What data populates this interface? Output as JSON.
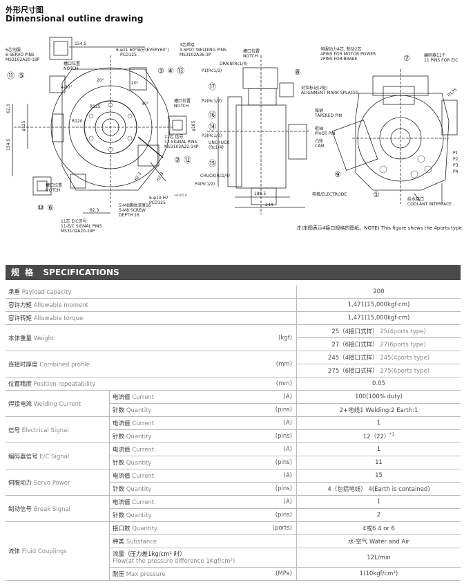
{
  "header": {
    "title_cn": "外形尺寸图",
    "title_en": "Dimensional outline drawing"
  },
  "drawing": {
    "left": {
      "servo_pins": [
        "6芯伺服",
        "6-SERVO PINS",
        "MS3102A20-19P"
      ],
      "notch_top": [
        "槽口位置",
        "NOTCH"
      ],
      "dim_154_5": "154.5",
      "holes_top": [
        "6-φ11 60°当分(EVERY60°)",
        "PCD125"
      ],
      "spot_welding": [
        "3芯焊接",
        "3-SPOT WELDING PINS",
        "MS3102A36-3P"
      ],
      "callouts_top": [
        "③",
        "④",
        "⑬"
      ],
      "callouts_left": [
        "⑪",
        "⑤"
      ],
      "angle_4_30": "4-30°",
      "angle_20a": "20°",
      "angle_20b": "20°",
      "angle_40": "40°",
      "r120": "R120",
      "r125": "R125",
      "dim_62_3": "62.3",
      "phi_125": "φ125",
      "dim_154_5_v": "154.5",
      "notch_right": [
        "槽口位置",
        "NOTCH"
      ],
      "signal_pins": [
        "12芯 信号",
        "12 SIGNAL PINS",
        "MS3102A22-14P"
      ],
      "callouts_right": [
        "②",
        "⑫"
      ],
      "dim_62_3b": "62.3",
      "dim_82_3": "82.3",
      "notch_bottom": [
        "槽口位置",
        "NOTCH"
      ],
      "callouts_bottom": [
        "⑩",
        "⑥"
      ],
      "screw": [
        "5-M8螺纹深度16",
        "5-M8 SCREW",
        "DEPTH 16"
      ],
      "holes_bottom": [
        "6-φ10 H7",
        "PCD125"
      ],
      "holes_tol": "+0.015 0",
      "ec_pins": [
        "11芯 E/C信号",
        "11-E/C SIGNAL PINS",
        "MS3102A20-29P"
      ],
      "dim_82_3b": "82.3"
    },
    "middle": {
      "drain": "DRAIN(Rc1/4)",
      "notch": [
        "槽口位置",
        "NOTCH"
      ],
      "p1": "P1(Rc1/2)",
      "p2": "P2(Rc1/2)",
      "p3": "P3(Rc1/2)",
      "unchuck": [
        "UNCHUCK",
        "(Rc1/4)"
      ],
      "chuck": "CHUCK(Rc1/4)",
      "p4": "P4(Rc1/2)",
      "phi_185": "φ185",
      "dim_186_5": "186.5",
      "dim_244": "244",
      "callouts": [
        "⑰",
        "⑯",
        "⑭",
        "⑮",
        "⑧"
      ]
    },
    "right": {
      "motor_power": [
        "伺服动力4芯, 制动2芯",
        "4PINS FOR MOTOR POWER",
        "2PINS FOR BRAKE"
      ],
      "encoder": [
        "编码器11个",
        "11 PINS FOR E/C"
      ],
      "alignment": [
        "对位标记(2处)",
        "ALIGNMENT MARK SPLACES"
      ],
      "tapered_pin": [
        "锥销",
        "TAPERED PIN"
      ],
      "pivot_pin": [
        "枢轴",
        "PIVOT PIN"
      ],
      "cam": [
        "凸轮",
        "CAM"
      ],
      "r135": "R135",
      "electrode": "电极/ELECTRODE",
      "coolant": [
        "给水接口",
        "COOLANT INTERFACE"
      ],
      "ports": [
        "P1",
        "P2",
        "P3",
        "P4"
      ],
      "callouts": [
        "⑦",
        "⑨",
        "①"
      ]
    },
    "note": "注)本图表示4接口规格的图纸。NOTE) This figure shows the 4ports type."
  },
  "specs": {
    "title_cn": "规 格",
    "title_en": "SPECIFICATIONS",
    "rows": [
      {
        "cn": "承重",
        "en": "Payload capacity",
        "unit": "",
        "value": "200"
      },
      {
        "cn": "容许力矩",
        "en": "Allowable moment",
        "unit": "",
        "value": "1,471(15,000kgf·cm)"
      },
      {
        "cn": "容许转矩",
        "en": "Allowable torque",
        "unit": "",
        "value": "1,471(15,000kgf·cm)"
      }
    ],
    "weight": {
      "cn": "本体重量",
      "en": "Weight",
      "unit": "(kgf)",
      "v1": {
        "main": "25（4接口式样）",
        "sub": "25(4ports type)"
      },
      "v2": {
        "main": "27（6接口式样）",
        "sub": "27(6ports type)"
      }
    },
    "profile": {
      "cn": "连接时厚度",
      "en": "Combined profile",
      "unit": "(mm)",
      "v1": {
        "main": "245（4接口式样）",
        "sub": "245(4ports type)"
      },
      "v2": {
        "main": "275（6接口式样）",
        "sub": "275(6ports type)"
      }
    },
    "position": {
      "cn": "位置精度",
      "en": "Position repeatability",
      "unit": "(mm)",
      "value": "0.05"
    },
    "groups": [
      {
        "cn": "焊接电流",
        "en": "Welding Current",
        "rows": [
          {
            "sub_cn": "电流值",
            "sub_en": "Current",
            "unit": "(A)",
            "value": "100(100% duty)"
          },
          {
            "sub_cn": "针数",
            "sub_en": "Quantity",
            "unit": "(pins)",
            "value": "2+地线1 Welding:2 Earth:1"
          }
        ]
      },
      {
        "cn": "信号",
        "en": "Electrical Signal",
        "rows": [
          {
            "sub_cn": "电流值",
            "sub_en": "Current",
            "unit": "(A)",
            "value": "1"
          },
          {
            "sub_cn": "针数",
            "sub_en": "Quantity",
            "unit": "(pins)",
            "value": "12（22）",
            "sup": "*1"
          }
        ]
      },
      {
        "cn": "编码器信号",
        "en": "E/C Signal",
        "rows": [
          {
            "sub_cn": "电流值",
            "sub_en": "Current",
            "unit": "(A)",
            "value": "1"
          },
          {
            "sub_cn": "针数",
            "sub_en": "Quantity",
            "unit": "(pins)",
            "value": "11"
          }
        ]
      },
      {
        "cn": "伺服动力",
        "en": "Servo Power",
        "rows": [
          {
            "sub_cn": "电流值",
            "sub_en": "Current",
            "unit": "(A)",
            "value": "15"
          },
          {
            "sub_cn": "针数",
            "sub_en": "Quantity",
            "unit": "(pins)",
            "value": "4（包括地线） 4(Earth is contained)"
          }
        ]
      },
      {
        "cn": "制动信号",
        "en": "Break Signal",
        "rows": [
          {
            "sub_cn": "电流值",
            "sub_en": "Current",
            "unit": "(A)",
            "value": "1"
          },
          {
            "sub_cn": "针数",
            "sub_en": "Quantity",
            "unit": "(pins)",
            "value": "2"
          }
        ]
      }
    ],
    "fluid": {
      "cn": "流体",
      "en": "Fluid Couplings",
      "rows": [
        {
          "sub_cn": "接口数",
          "sub_en": "Quantity",
          "unit": "(ports)",
          "value": "4或6 4 or 6"
        },
        {
          "sub_cn": "种类",
          "sub_en": "Substance",
          "unit": "",
          "value": "水·空气 Water and Air"
        },
        {
          "sub_cn": "流量（压力差1kg/cm² 时）",
          "sub_en": "Flow(at the pressure difference 1Kgf/cm²)",
          "unit": "",
          "value": "12L/min"
        },
        {
          "sub_cn": "耐压",
          "sub_en": "Max pressure",
          "unit": "(MPa)",
          "value": "1(10kgf/cm²)"
        }
      ]
    }
  }
}
